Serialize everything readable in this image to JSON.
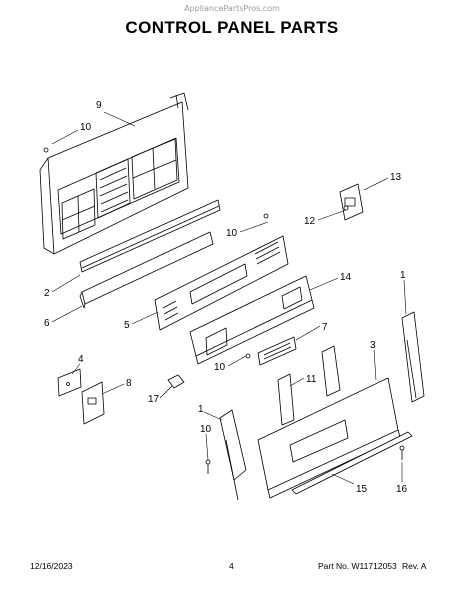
{
  "watermark": "AppliancePartsPros.com",
  "title": "CONTROL PANEL PARTS",
  "callouts": [
    "9",
    "10",
    "13",
    "12",
    "10",
    "14",
    "2",
    "6",
    "5",
    "7",
    "10",
    "1",
    "3",
    "4",
    "8",
    "17",
    "11",
    "1",
    "10",
    "16",
    "15"
  ],
  "footer": {
    "date": "12/16/2023",
    "page": "4",
    "part_no": "Part No. W11712053",
    "rev": "Rev. A"
  }
}
